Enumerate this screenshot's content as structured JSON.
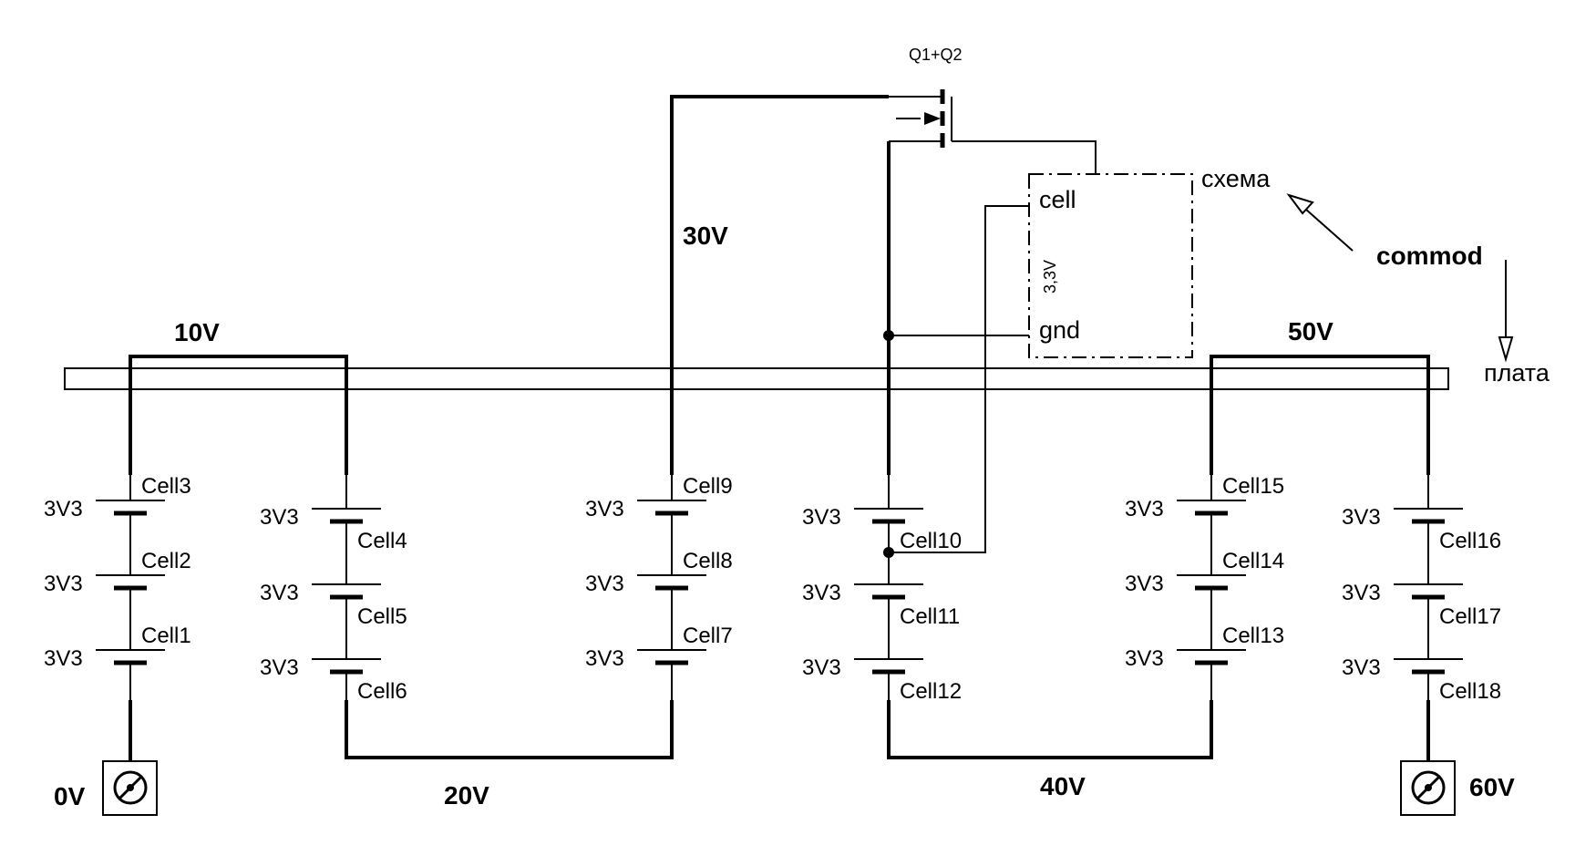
{
  "transistor_label": "Q1+Q2",
  "module": {
    "name": "схема",
    "pin_cell": "cell",
    "pin_gnd": "gnd",
    "supply": "3,3V"
  },
  "commod_label": "commod",
  "plate_label": "плата",
  "voltages": {
    "v0": "0V",
    "v10": "10V",
    "v20": "20V",
    "v30": "30V",
    "v40": "40V",
    "v50": "50V",
    "v60": "60V"
  },
  "cell_voltage": "3V3",
  "cells": [
    "Cell1",
    "Cell2",
    "Cell3",
    "Cell4",
    "Cell5",
    "Cell6",
    "Cell7",
    "Cell8",
    "Cell9",
    "Cell10",
    "Cell11",
    "Cell12",
    "Cell13",
    "Cell14",
    "Cell15",
    "Cell16",
    "Cell17",
    "Cell18"
  ]
}
